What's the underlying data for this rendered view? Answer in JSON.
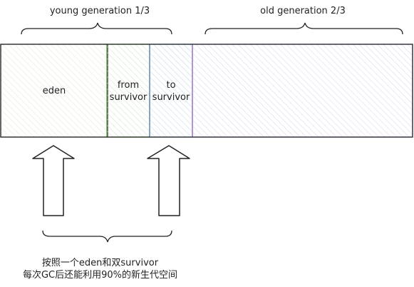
{
  "labels": {
    "young": "young generation 1/3",
    "old": "old generation 2/3",
    "eden": "eden",
    "from_line1": "from",
    "from_line2": "survivor",
    "to_line1": "to",
    "to_line2": "survivor",
    "note_line1": "按照一个eden和双survivor",
    "note_line2": "每次GC后还能利用90%的新生代空间"
  },
  "colors": {
    "eden_fill": "#f7f7ee",
    "survivor_from": "#5fa84a",
    "survivor_to": "#6c8ebf",
    "old_gen": "#a57fcb",
    "stroke": "#222222"
  }
}
